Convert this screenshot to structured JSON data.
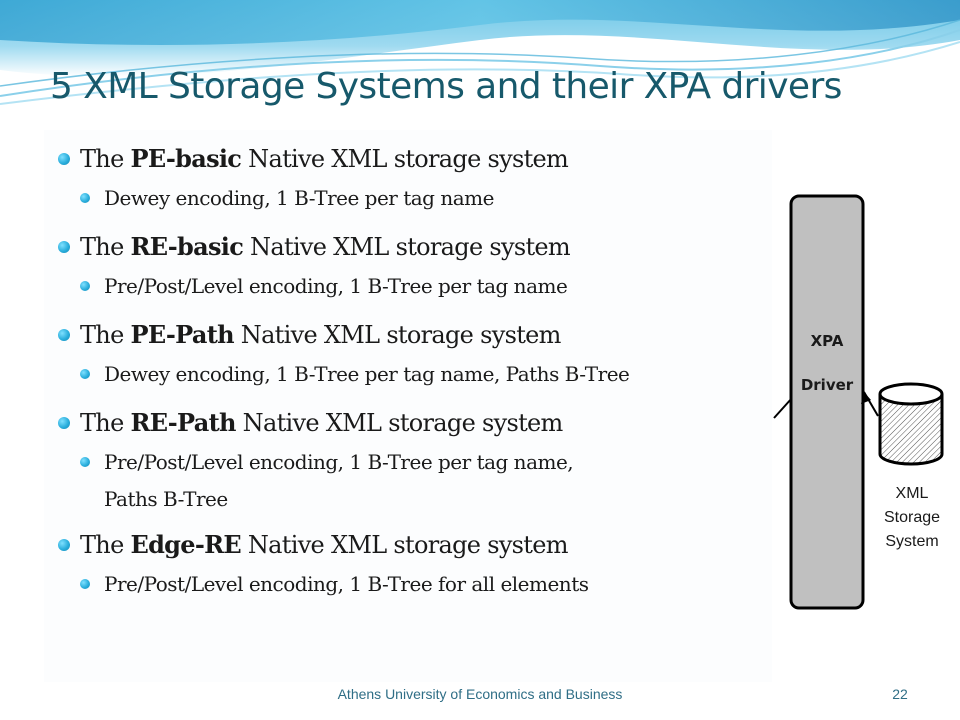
{
  "slide": {
    "title": "5 XML Storage Systems and their XPA drivers",
    "bullets": [
      {
        "pre": "The ",
        "bold": "PE-basic",
        "post": " Native XML storage system",
        "sub": [
          "Dewey encoding, 1 B-Tree per tag name"
        ]
      },
      {
        "pre": "The ",
        "bold": "RE-basic",
        "post": " Native XML storage system",
        "sub": [
          "Pre/Post/Level encoding, 1 B-Tree per tag name"
        ]
      },
      {
        "pre": "The ",
        "bold": "PE-Path",
        "post": " Native XML storage system",
        "sub": [
          "Dewey encoding, 1 B-Tree per tag name, Paths B-Tree"
        ]
      },
      {
        "pre": "The ",
        "bold": "RE-Path",
        "post": " Native XML storage system",
        "sub_line1": "Pre/Post/Level encoding, 1 B-Tree per tag name,",
        "sub_line2": "Paths B-Tree"
      },
      {
        "pre": "The ",
        "bold": "Edge-RE",
        "post": " Native XML storage system",
        "sub": [
          "Pre/Post/Level encoding, 1 B-Tree for all elements"
        ]
      }
    ]
  },
  "diagram": {
    "driver_line1": "XPA",
    "driver_line2": "Driver",
    "storage_line1": "XML",
    "storage_line2": "Storage",
    "storage_line3": "System"
  },
  "footer": {
    "institution": "Athens University of Economics and Business",
    "page_number": "22"
  },
  "colors": {
    "title": "#17596b",
    "bullet": "#2aaedc",
    "footer_text": "#2f6e86",
    "driver_fill": "#c0c0c0",
    "wave": "#48b7da"
  }
}
